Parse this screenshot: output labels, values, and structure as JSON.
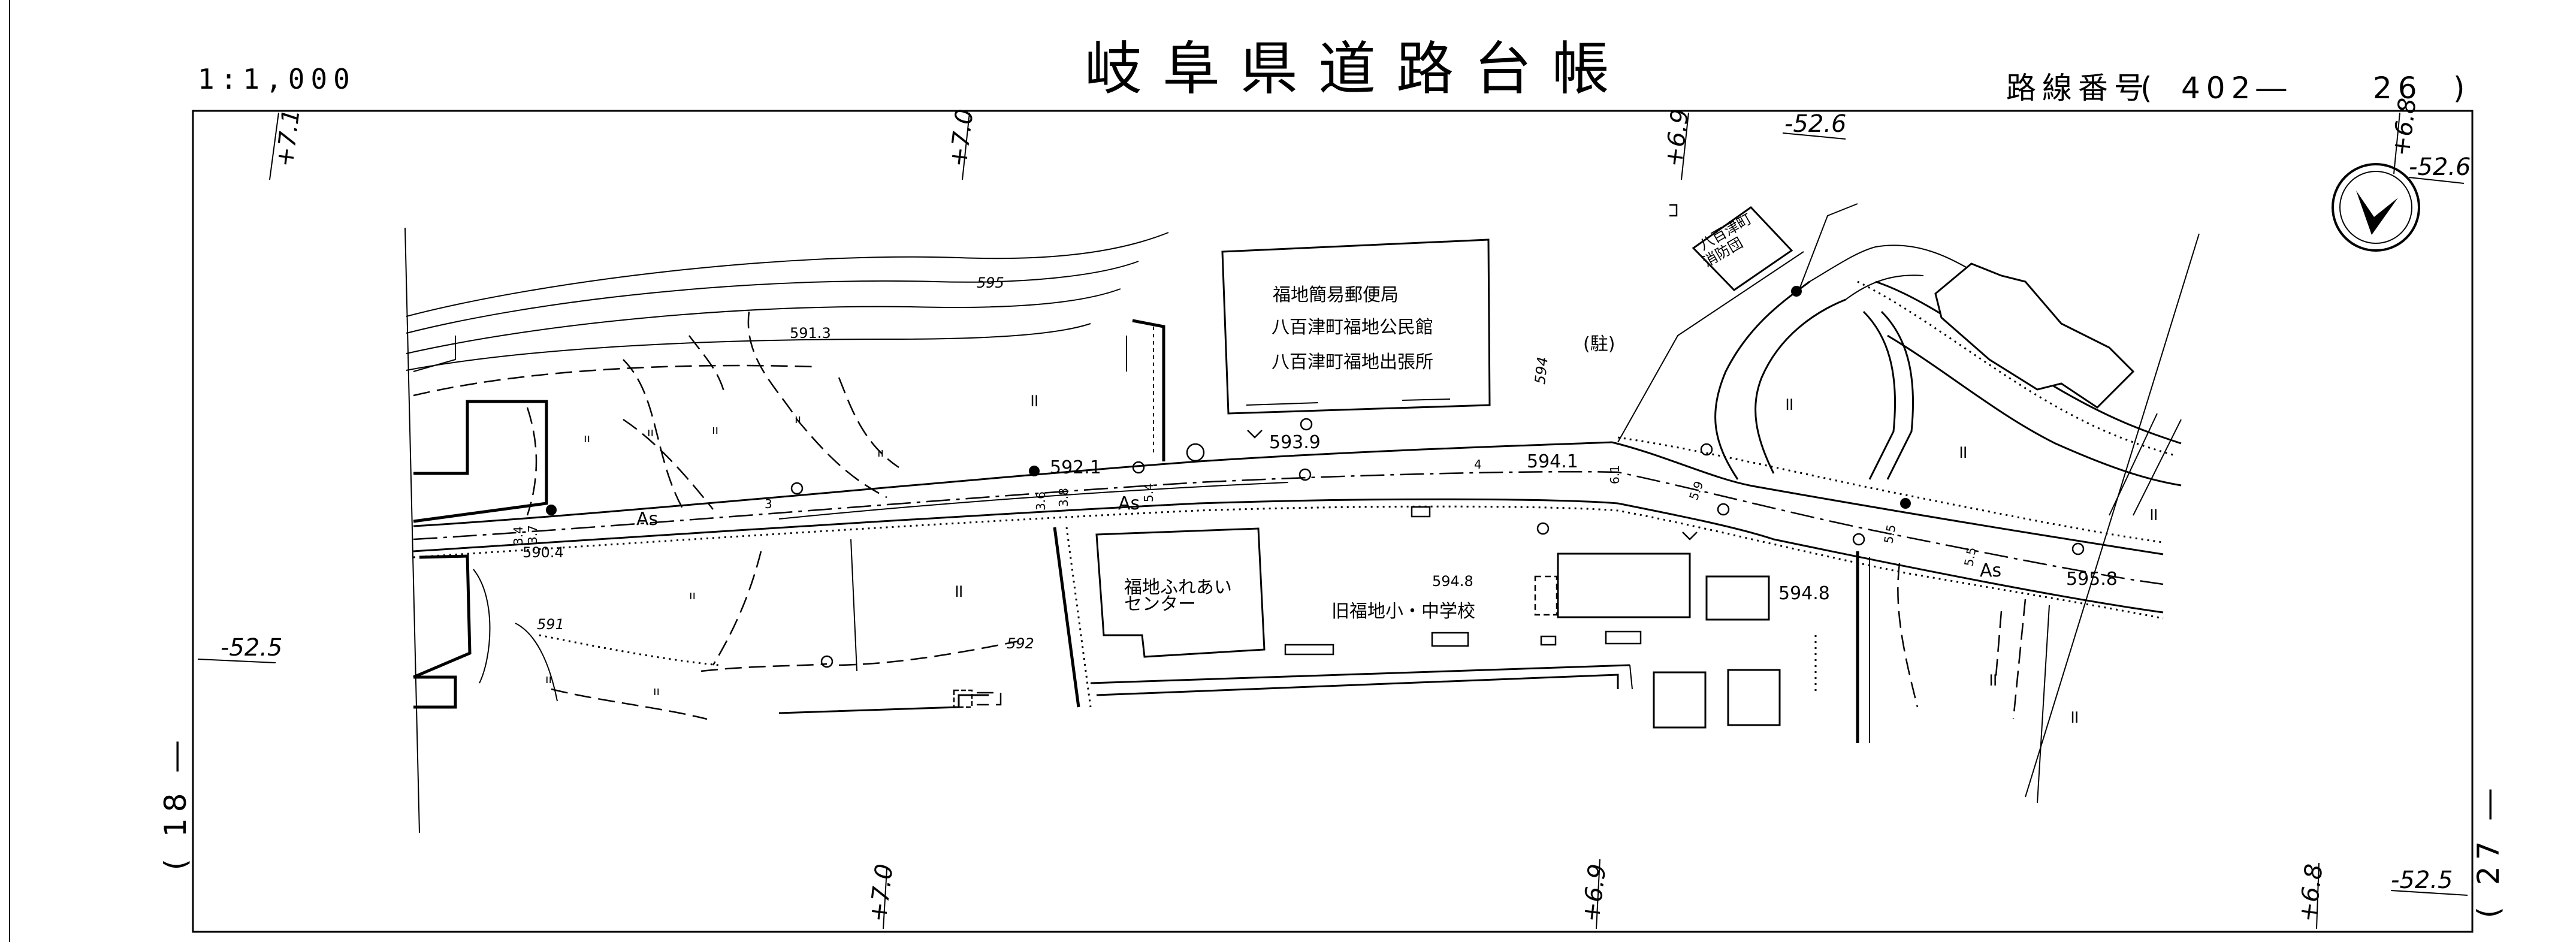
{
  "sheet": {
    "title": "岐阜県道路台帳",
    "scale": "1:1,000",
    "route_label": "路線番号",
    "route_open": "(",
    "route_number": "402―",
    "route_sheet": "26",
    "route_close": ")"
  },
  "edge_marks": {
    "top": [
      "+7.1",
      "+7.0",
      "+6.9",
      "-52.6",
      "+6.8",
      "-52.6"
    ],
    "left": [
      "-52.5"
    ],
    "bottom": [
      "+7.0",
      "+6.9",
      "+6.8",
      "-52.5"
    ],
    "adjacent_left": "( 18 ―",
    "adjacent_right": "( 27 ―"
  },
  "north_arrow": {
    "icon": "north-arrow-icon"
  },
  "buildings": {
    "post_office": [
      "福地簡易郵便局",
      "八百津町福地公民館",
      "八百津町福地出張所"
    ],
    "community_center": [
      "福地ふれあい",
      "センター"
    ],
    "old_school": "旧福地小・中学校",
    "fire_station": [
      "八百津町",
      "消防団"
    ]
  },
  "labels": {
    "parking": "(駐)",
    "surface_west": "As",
    "surface_mid": "As",
    "surface_east": "As",
    "field_symbol": "॥",
    "grass_symbol": "ıı"
  },
  "elevations": {
    "e595": "595",
    "e5913": "591.3",
    "e5921": "592.1",
    "e5939": "593.9",
    "e5941": "594.1",
    "e594": "594",
    "e5904": "590.4",
    "e591": "591",
    "e592": "592",
    "e5948a": "594.8",
    "e5948b": "594.8",
    "e5958": "595.8"
  },
  "widths": {
    "w3": "3",
    "w4": "4",
    "w36": "3.6",
    "w38": "3.8",
    "w54": "5.4",
    "w34": "3.4",
    "w37": "3.7",
    "w61": "6.1",
    "w59": "5.9",
    "w55a": "5.5",
    "w55b": "5.5"
  }
}
